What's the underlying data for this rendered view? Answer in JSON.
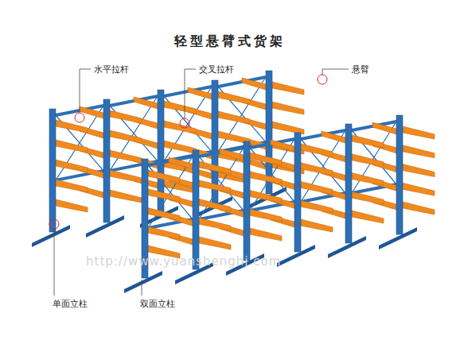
{
  "diagram": {
    "title": "轻型悬臂式货架",
    "labels": [
      "水平拉杆",
      "交叉拉杆",
      "悬臂",
      "单面立柱",
      "双面立柱",
      "http://www.yuanshenghj.com"
    ]
  }
}
